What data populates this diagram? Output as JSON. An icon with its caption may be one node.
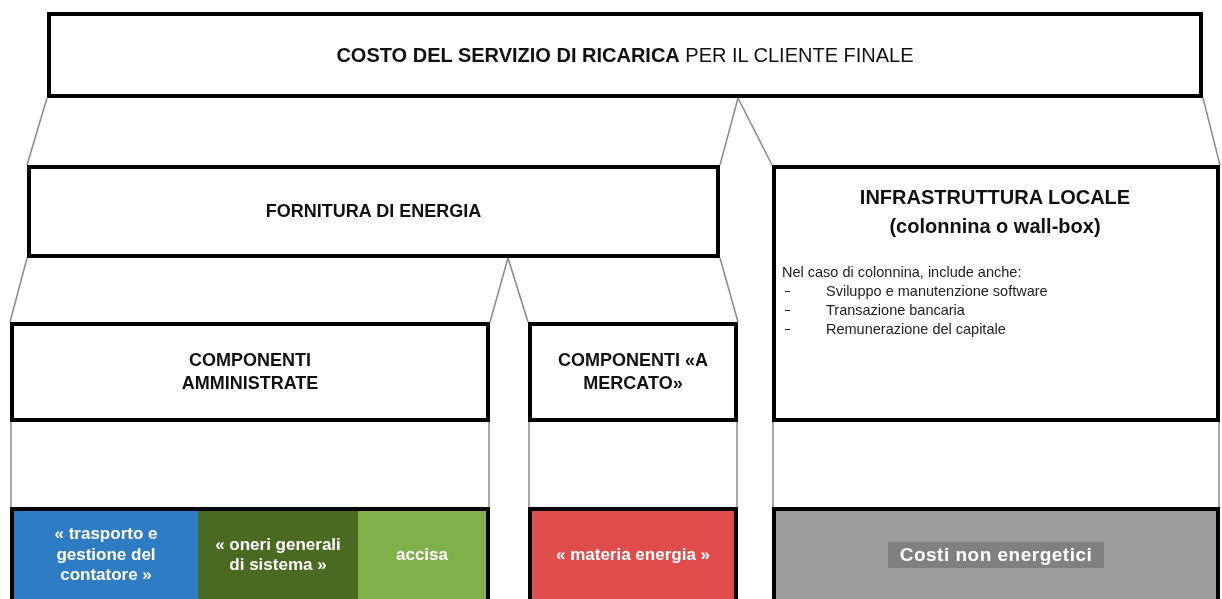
{
  "diagram": {
    "nodes": [
      {
        "text": [
          "**COSTO DEL SERVIZIO DI RICARICA** PER IL CLIENTE FINALE"
        ]
      },
      {
        "text": [
          "FORNITURA DI ENERGIA"
        ]
      },
      {
        "text": [
          "INFRASTRUTTURA LOCALE (colonnina o wall-box)",
          "Nel caso di colonnina, include anche:",
          "Sviluppo e manutenzione software",
          "Transazione bancaria",
          "Remunerazione del capitale"
        ]
      },
      {
        "text": [
          "COMPONENTI AMMINISTRATE"
        ]
      },
      {
        "text": [
          "COMPONENTI «A MERCATO»"
        ]
      },
      {
        "text": [
          "« trasporto e gestione del contatore »"
        ]
      },
      {
        "text": [
          "« oneri generali di sistema »"
        ]
      },
      {
        "text": [
          "accisa"
        ]
      },
      {
        "text": [
          "« materia energia »"
        ]
      },
      {
        "text": [
          "Costi non energetici"
        ]
      }
    ],
    "edges": [
      {
        "from": 0,
        "to": 1,
        "arrow": "none"
      },
      {
        "from": 0,
        "to": 1,
        "arrow": "none"
      },
      {
        "from": 0,
        "to": 2,
        "arrow": "none"
      },
      {
        "from": 0,
        "to": 2,
        "arrow": "none"
      },
      {
        "from": 1,
        "to": 3,
        "arrow": "none"
      },
      {
        "from": 1,
        "to": 3,
        "arrow": "none"
      },
      {
        "from": 1,
        "to": 4,
        "arrow": "none"
      },
      {
        "from": 1,
        "to": 4,
        "arrow": "none"
      },
      {
        "from": 3,
        "to": 5,
        "arrow": "none"
      },
      {
        "from": 3,
        "to": 7,
        "arrow": "none"
      },
      {
        "from": 4,
        "to": 8,
        "arrow": "none"
      },
      {
        "from": 4,
        "to": 8,
        "arrow": "none"
      },
      {
        "from": 2,
        "to": 9,
        "arrow": "none"
      },
      {
        "from": 2,
        "to": 9,
        "arrow": "none"
      }
    ]
  }
}
